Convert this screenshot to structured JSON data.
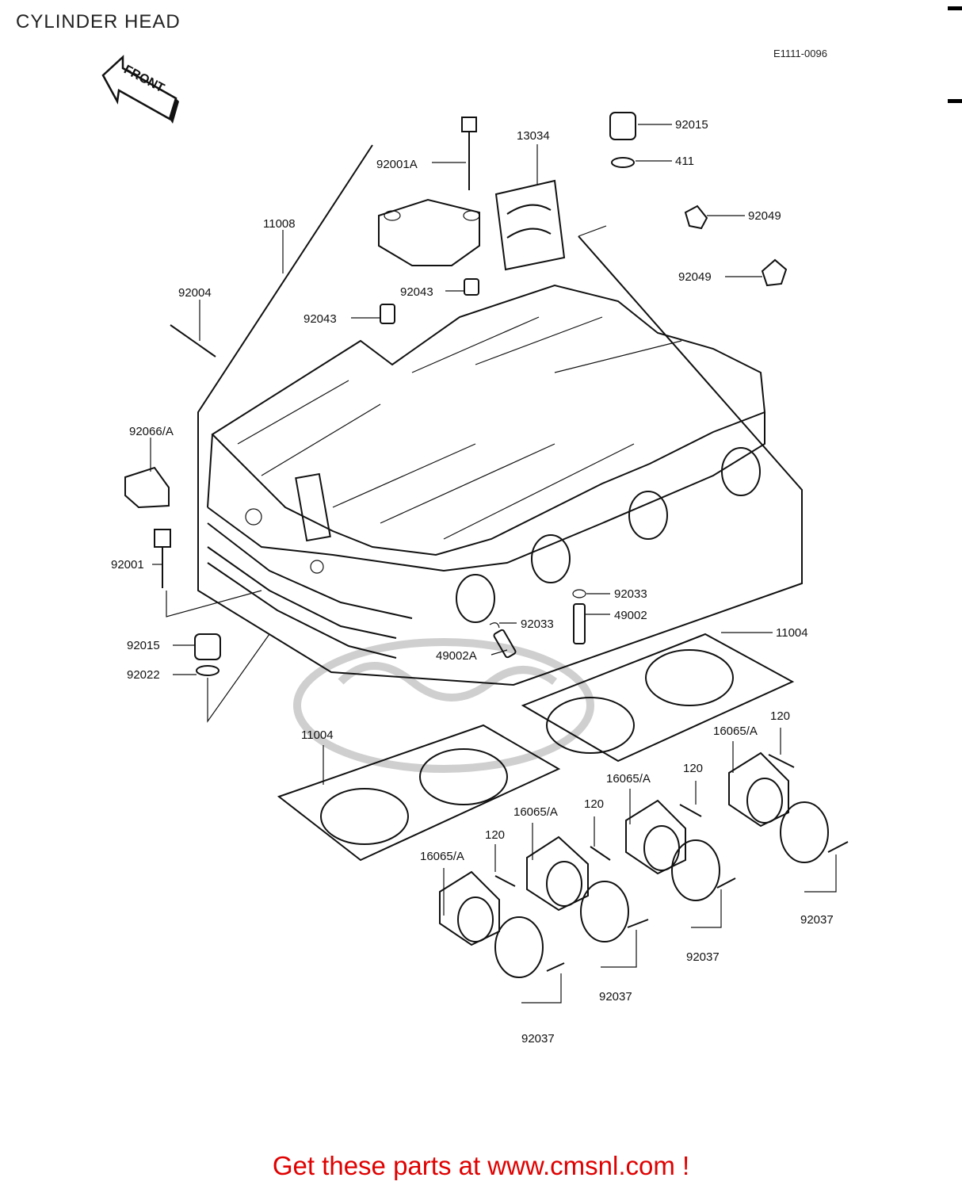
{
  "header": {
    "title": "CYLINDER HEAD",
    "diagram_code": "E1111-0096"
  },
  "arrow": {
    "label": "FRONT"
  },
  "callouts": [
    {
      "id": "c1",
      "part_number": "92001A"
    },
    {
      "id": "c2",
      "part_number": "13034"
    },
    {
      "id": "c3",
      "part_number": "92015"
    },
    {
      "id": "c4",
      "part_number": "411"
    },
    {
      "id": "c5",
      "part_number": "92049"
    },
    {
      "id": "c6",
      "part_number": "92049"
    },
    {
      "id": "c7",
      "part_number": "11008"
    },
    {
      "id": "c8",
      "part_number": "92043"
    },
    {
      "id": "c9",
      "part_number": "92043"
    },
    {
      "id": "c10",
      "part_number": "92004"
    },
    {
      "id": "c11",
      "part_number": "92066/A"
    },
    {
      "id": "c12",
      "part_number": "92001"
    },
    {
      "id": "c13",
      "part_number": "92033"
    },
    {
      "id": "c14",
      "part_number": "49002"
    },
    {
      "id": "c15",
      "part_number": "92033"
    },
    {
      "id": "c16",
      "part_number": "49002A"
    },
    {
      "id": "c17",
      "part_number": "11004"
    },
    {
      "id": "c18",
      "part_number": "92015"
    },
    {
      "id": "c19",
      "part_number": "92022"
    },
    {
      "id": "c20",
      "part_number": "11004"
    },
    {
      "id": "c21",
      "part_number": "16065/A"
    },
    {
      "id": "c22",
      "part_number": "120"
    },
    {
      "id": "c23",
      "part_number": "16065/A"
    },
    {
      "id": "c24",
      "part_number": "120"
    },
    {
      "id": "c25",
      "part_number": "16065/A"
    },
    {
      "id": "c26",
      "part_number": "120"
    },
    {
      "id": "c27",
      "part_number": "120"
    },
    {
      "id": "c28",
      "part_number": "16065/A"
    },
    {
      "id": "c29",
      "part_number": "92037"
    },
    {
      "id": "c30",
      "part_number": "92037"
    },
    {
      "id": "c31",
      "part_number": "92037"
    },
    {
      "id": "c32",
      "part_number": "92037"
    }
  ],
  "footer": {
    "cta_text": "Get these parts at www.cmsnl.com !"
  }
}
